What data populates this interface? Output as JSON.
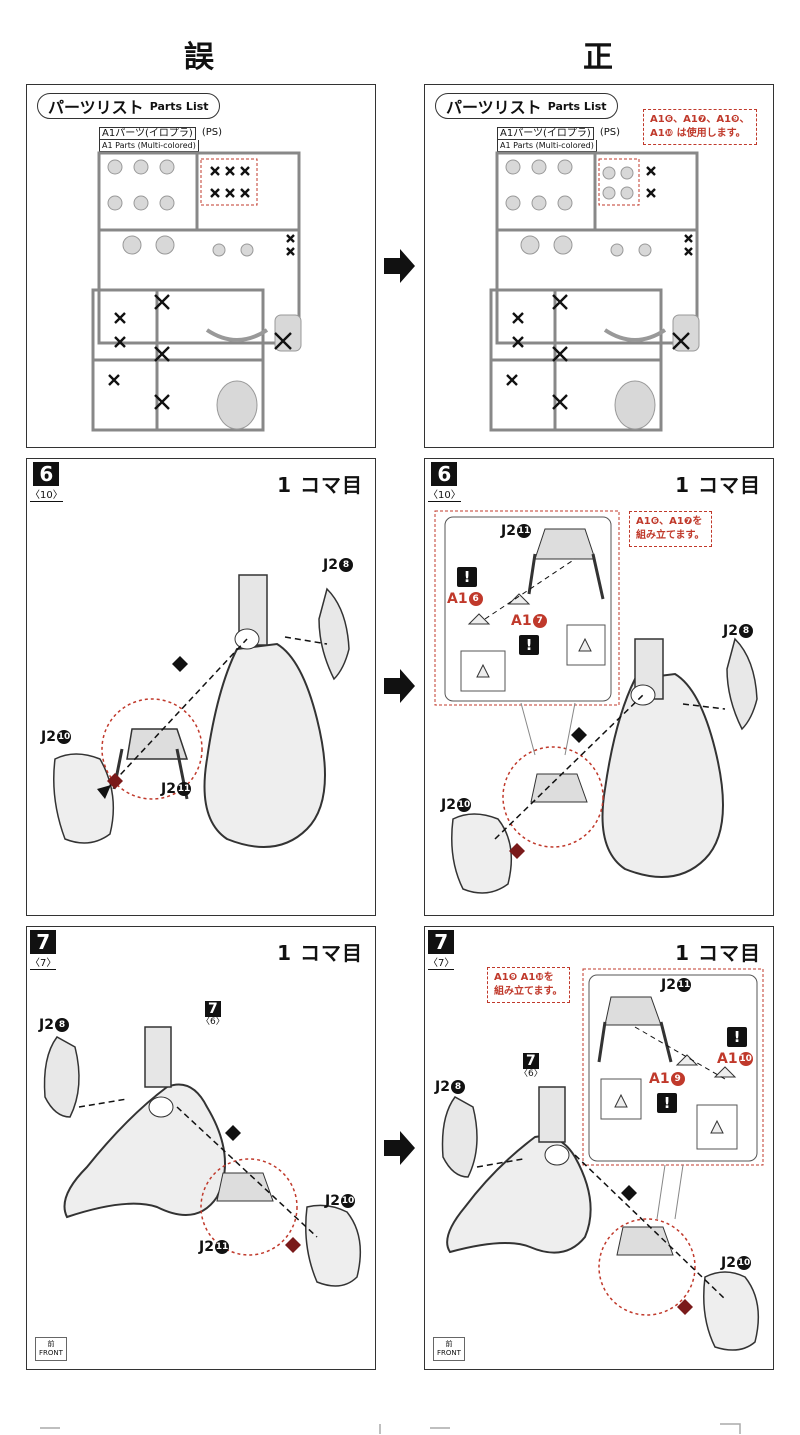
{
  "headers": {
    "wrong": "誤",
    "correct": "正"
  },
  "parts_list": {
    "title_ja": "パーツリスト",
    "title_en": "Parts List",
    "sprue_name": "A1パーツ(イロプラ)",
    "sprue_material": "(PS)",
    "sprue_en": "A1 Parts (Multi-colored)",
    "correction_note_line1": "A1❻、A1❼、A1❾、",
    "correction_note_line2": "A1❿ は使用します。"
  },
  "step6": {
    "number": "6",
    "sub_number": "〈10〉",
    "koma": "1 コマ目",
    "labels": {
      "j2_8": "J2",
      "j2_10": "J2",
      "j2_11": "J2",
      "a1_6": "A1",
      "a1_7": "A1"
    },
    "nums": {
      "n8": "8",
      "n10": "10",
      "n11": "11",
      "n6": "6",
      "n7": "7"
    },
    "note_line1": "A1❻、A1❼を",
    "note_line2": "組み立てます。"
  },
  "step7": {
    "number": "7",
    "sub_number": "〈7〉",
    "koma": "1 コマ目",
    "labels": {
      "j2_8": "J2",
      "j2_10": "J2",
      "j2_11": "J2",
      "a1_9": "A1",
      "a1_10": "A1"
    },
    "nums": {
      "n8": "8",
      "n10": "10",
      "n11": "11",
      "n9": "9"
    },
    "sub_step": "7",
    "sub_step_ref": "〈6〉",
    "note_line1": "A1❾ A1❿を",
    "note_line2": "組み立てます。",
    "front_label_ja": "前",
    "front_label_en": "FRONT"
  },
  "icons": [
    "arrow-right-icon",
    "warning-icon",
    "cross-mark-icon"
  ],
  "colors": {
    "accent_red": "#c0392b",
    "ink": "#111111",
    "part_gray": "#e6e6e6"
  }
}
